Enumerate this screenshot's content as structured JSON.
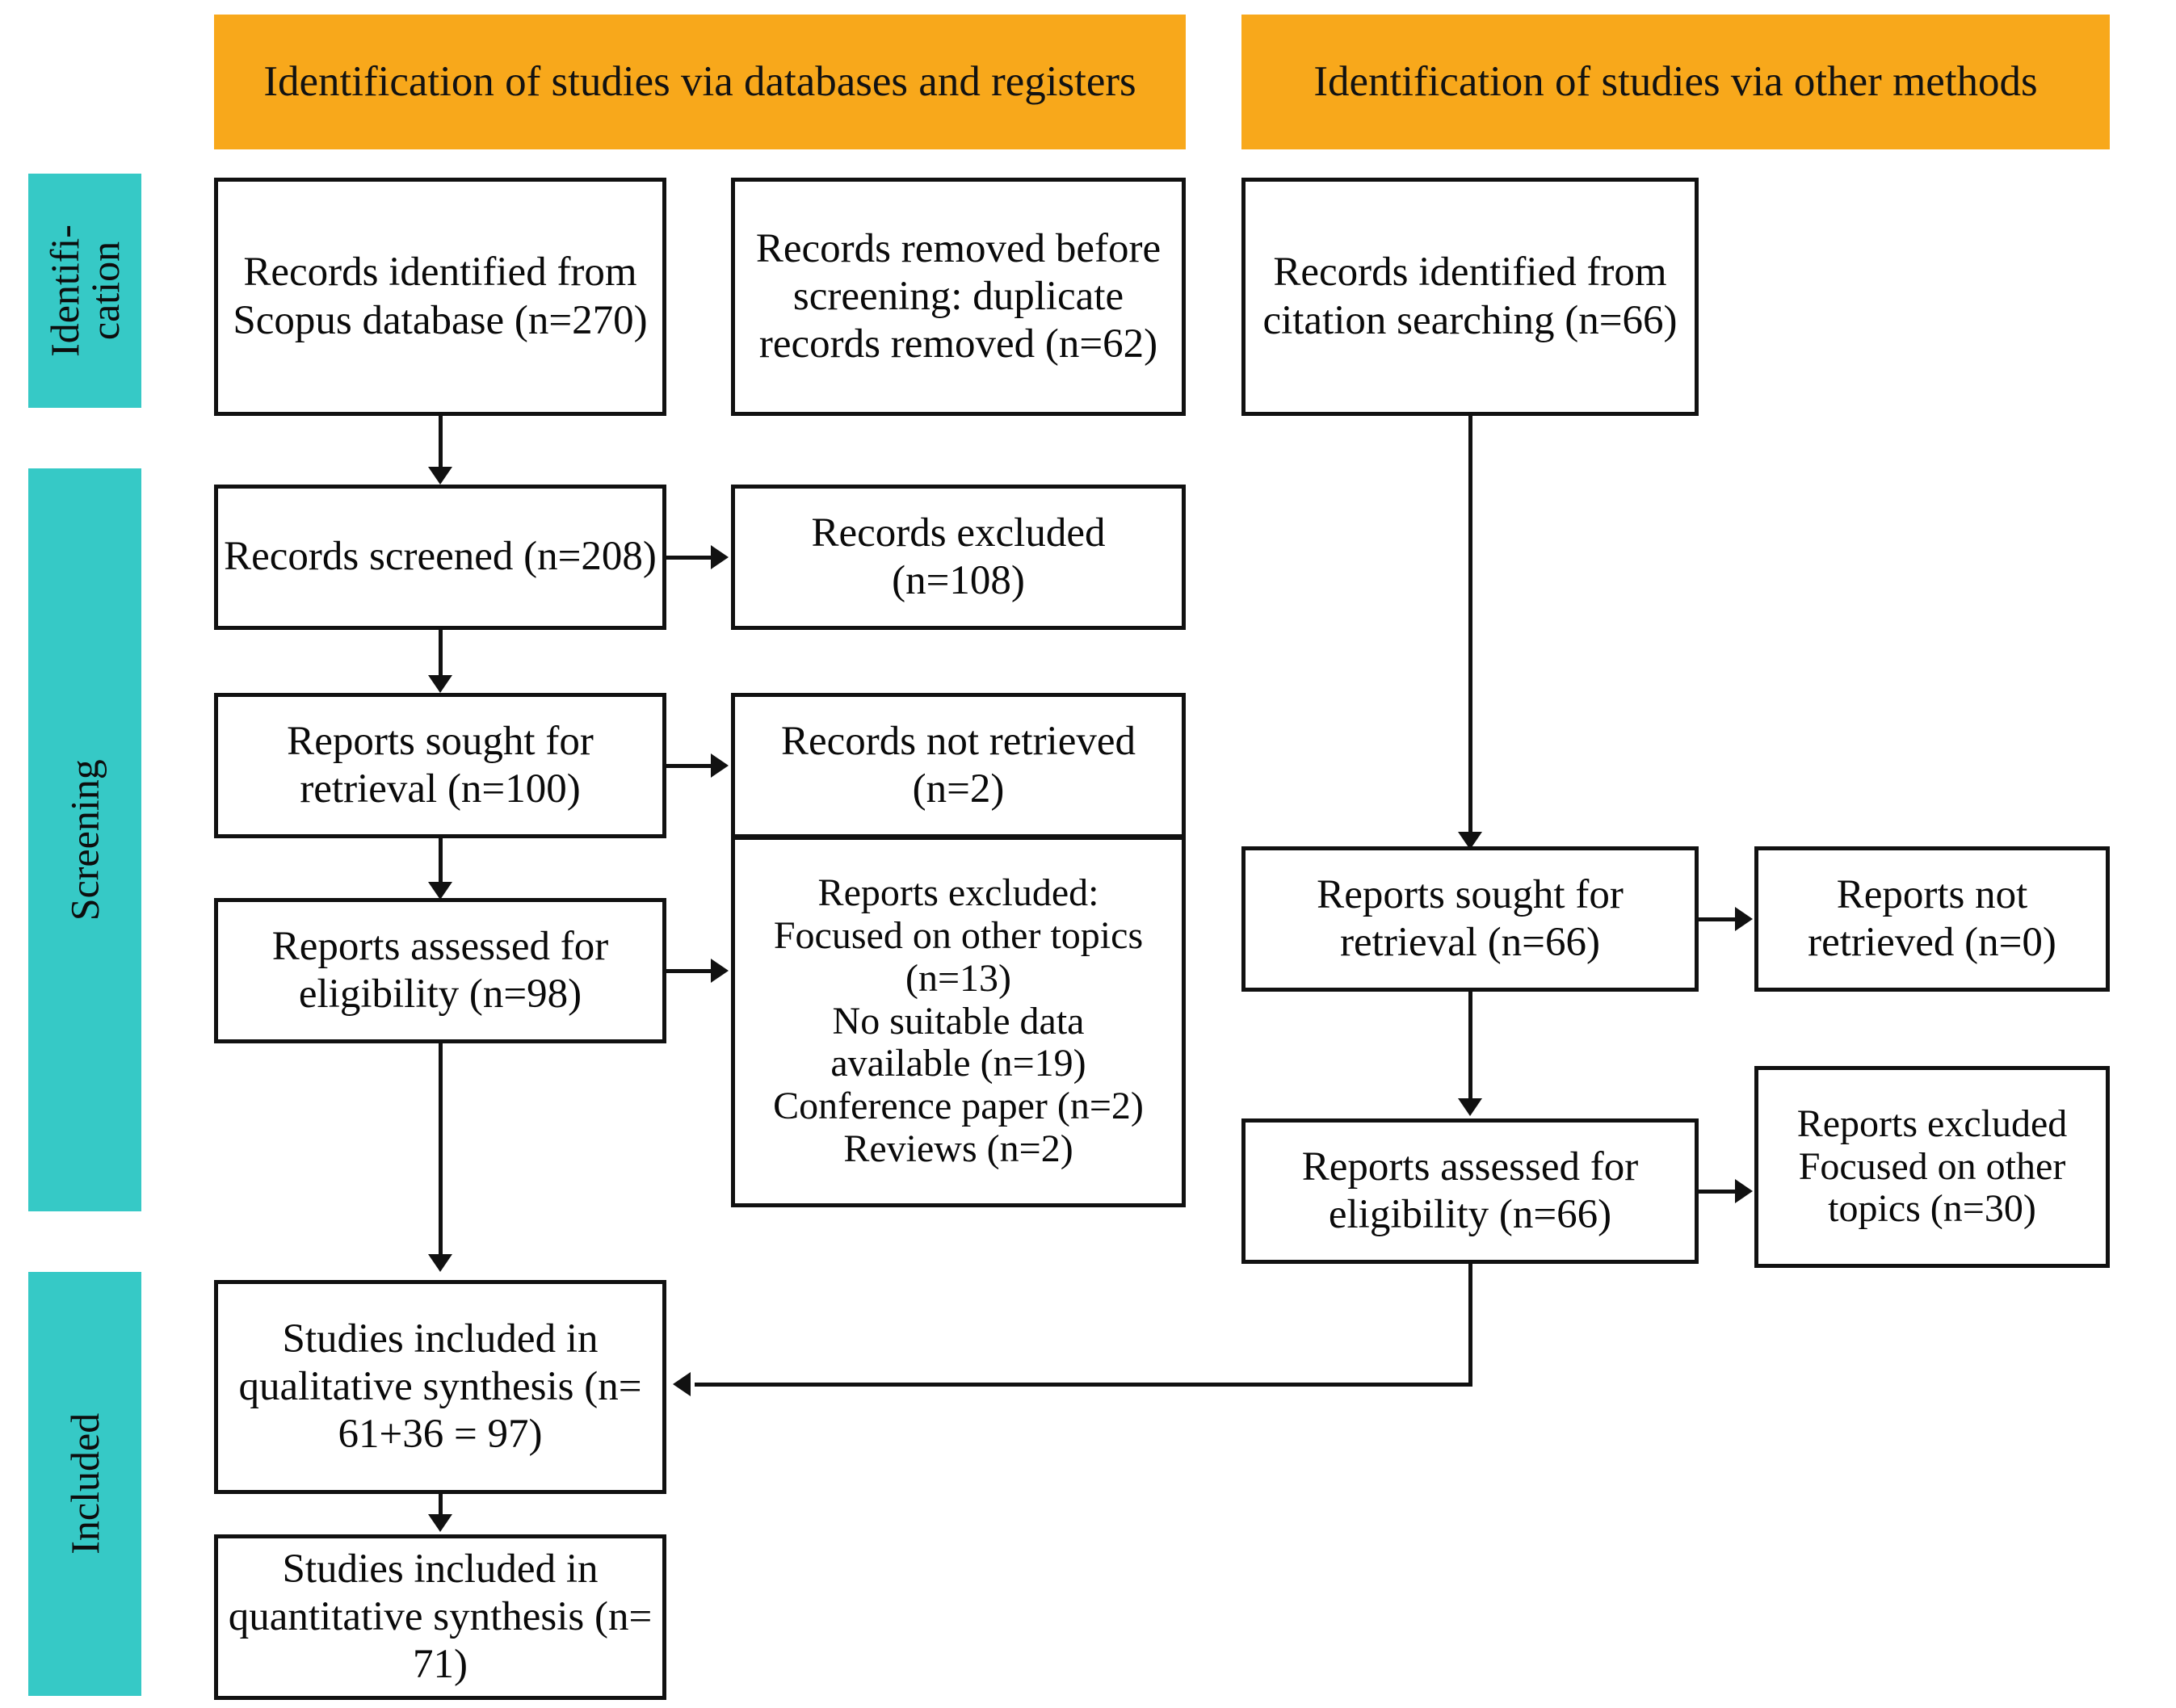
{
  "figure": {
    "type": "prisma-flow-diagram",
    "colors": {
      "banner_orange": "#F8A81B",
      "stage_teal": "#36C9C6",
      "box_border": "#111111",
      "text": "#0a0a0a",
      "background": "#ffffff"
    }
  },
  "banners": {
    "databases": "Identification of studies via databases and registers",
    "other_methods": "Identification of studies via other methods"
  },
  "stages": {
    "identification": "Identifi-cation",
    "screening": "Screening",
    "included": "Included"
  },
  "boxes": {
    "records_identified_scopus": "Records identified from Scopus database (n=270)",
    "records_removed": "Records removed before screening: duplicate records removed (n=62)",
    "records_identified_citation": "Records identified from citation searching (n=66)",
    "records_screened": "Records screened (n=208)",
    "records_excluded": "Records excluded (n=108)",
    "reports_sought_left": "Reports sought for retrieval (n=100)",
    "records_not_retrieved_left": "Records not retrieved (n=2)",
    "reports_assessed_left": "Reports assessed for eligibility (n=98)",
    "reports_excluded_left_title": "Reports excluded:",
    "reports_excluded_left_lines": [
      "Focused on other topics",
      "(n=13)",
      "No suitable data",
      "available (n=19)",
      "Conference paper (n=2)",
      "Reviews (n=2)"
    ],
    "reports_sought_right": "Reports sought for retrieval (n=66)",
    "reports_not_retrieved_right": "Reports not retrieved (n=0)",
    "reports_assessed_right": "Reports assessed for eligibility (n=66)",
    "reports_excluded_right_title": "Reports excluded",
    "reports_excluded_right_lines": [
      "Focused on other",
      "topics (n=30)"
    ],
    "studies_qualitative": "Studies included in qualitative synthesis (n= 61+36 = 97)",
    "studies_quantitative": "Studies included in quantitative synthesis (n= 71)"
  },
  "chart_data": {
    "type": "diagram",
    "title": "PRISMA flow diagram",
    "nodes": [
      {
        "id": "records_identified_scopus",
        "stage": "Identification",
        "column": "databases and registers",
        "label": "Records identified from Scopus database",
        "n": 270
      },
      {
        "id": "records_removed",
        "stage": "Identification",
        "column": "databases and registers",
        "label": "Records removed before screening: duplicate records removed",
        "n": 62
      },
      {
        "id": "records_identified_citation",
        "stage": "Identification",
        "column": "other methods",
        "label": "Records identified from citation searching",
        "n": 66
      },
      {
        "id": "records_screened",
        "stage": "Screening",
        "column": "databases and registers",
        "label": "Records screened",
        "n": 208
      },
      {
        "id": "records_excluded",
        "stage": "Screening",
        "column": "databases and registers",
        "label": "Records excluded",
        "n": 108
      },
      {
        "id": "reports_sought_left",
        "stage": "Screening",
        "column": "databases and registers",
        "label": "Reports sought for retrieval",
        "n": 100
      },
      {
        "id": "records_not_retrieved_left",
        "stage": "Screening",
        "column": "databases and registers",
        "label": "Records not retrieved",
        "n": 2
      },
      {
        "id": "reports_assessed_left",
        "stage": "Screening",
        "column": "databases and registers",
        "label": "Reports assessed for eligibility",
        "n": 98
      },
      {
        "id": "reports_excluded_left",
        "stage": "Screening",
        "column": "databases and registers",
        "label": "Reports excluded",
        "breakdown": [
          {
            "reason": "Focused on other topics",
            "n": 13
          },
          {
            "reason": "No suitable data available",
            "n": 19
          },
          {
            "reason": "Conference paper",
            "n": 2
          },
          {
            "reason": "Reviews",
            "n": 2
          }
        ]
      },
      {
        "id": "reports_sought_right",
        "stage": "Screening",
        "column": "other methods",
        "label": "Reports sought for retrieval",
        "n": 66
      },
      {
        "id": "reports_not_retrieved_right",
        "stage": "Screening",
        "column": "other methods",
        "label": "Reports not retrieved",
        "n": 0
      },
      {
        "id": "reports_assessed_right",
        "stage": "Screening",
        "column": "other methods",
        "label": "Reports assessed for eligibility",
        "n": 66
      },
      {
        "id": "reports_excluded_right",
        "stage": "Screening",
        "column": "other methods",
        "label": "Reports excluded",
        "breakdown": [
          {
            "reason": "Focused on other topics",
            "n": 30
          }
        ]
      },
      {
        "id": "studies_qualitative",
        "stage": "Included",
        "label": "Studies included in qualitative synthesis",
        "n": 97,
        "expression": "61+36 = 97"
      },
      {
        "id": "studies_quantitative",
        "stage": "Included",
        "label": "Studies included in quantitative synthesis",
        "n": 71
      }
    ],
    "edges": [
      {
        "from": "records_identified_scopus",
        "to": "records_screened"
      },
      {
        "from": "records_screened",
        "to": "records_excluded"
      },
      {
        "from": "records_screened",
        "to": "reports_sought_left"
      },
      {
        "from": "reports_sought_left",
        "to": "records_not_retrieved_left"
      },
      {
        "from": "reports_sought_left",
        "to": "reports_assessed_left"
      },
      {
        "from": "reports_assessed_left",
        "to": "reports_excluded_left"
      },
      {
        "from": "reports_assessed_left",
        "to": "studies_qualitative"
      },
      {
        "from": "records_identified_citation",
        "to": "reports_sought_right"
      },
      {
        "from": "reports_sought_right",
        "to": "reports_not_retrieved_right"
      },
      {
        "from": "reports_sought_right",
        "to": "reports_assessed_right"
      },
      {
        "from": "reports_assessed_right",
        "to": "reports_excluded_right"
      },
      {
        "from": "reports_assessed_right",
        "to": "studies_qualitative"
      },
      {
        "from": "studies_qualitative",
        "to": "studies_quantitative"
      }
    ]
  }
}
